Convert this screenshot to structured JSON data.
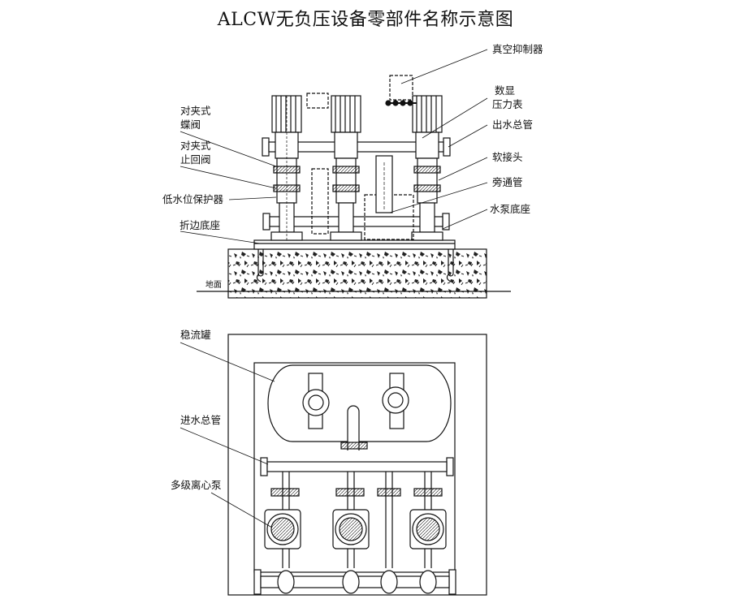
{
  "title": "ALCW无负压设备零部件名称示意图",
  "labels": {
    "vacuum_suppressor": "真空抑制器",
    "digital_gauge_1": "数显",
    "digital_gauge_2": "压力表",
    "outlet_manifold": "出水总管",
    "soft_joint": "软接头",
    "bypass_pipe": "旁通管",
    "pump_base": "水泵底座",
    "wafer_butterfly_valve_1": "对夹式",
    "wafer_butterfly_valve_2": "蝶阀",
    "wafer_check_valve_1": "对夹式",
    "wafer_check_valve_2": "止回阀",
    "low_level_protector": "低水位保护器",
    "flanged_base": "折边底座",
    "ground": "地面",
    "surge_tank": "稳流罐",
    "inlet_manifold": "进水总管",
    "multistage_pump": "多级离心泵"
  },
  "colors": {
    "line": "#111111",
    "background": "#ffffff"
  }
}
